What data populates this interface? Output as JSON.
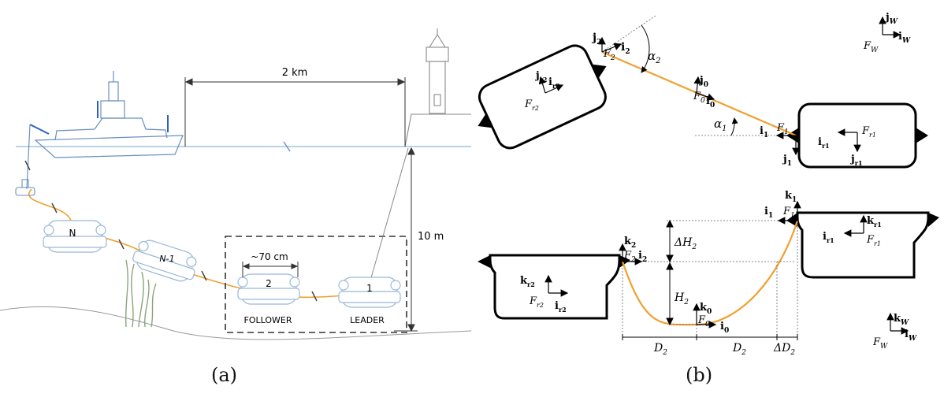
{
  "panel_a": {
    "caption": "(a)",
    "distance_label": "2 km",
    "depth_label": "10 m",
    "spacing_label": "~70 cm",
    "robots": {
      "n": "N",
      "n_minus_1": "N-1",
      "r2": "2",
      "r1": "1"
    },
    "role_follower": "FOLLOWER",
    "role_leader": "LEADER"
  },
  "panel_b": {
    "caption": "(b)",
    "top": {
      "j2": "j",
      "j2_sub": "2",
      "f2": "F",
      "f2_sub": "2",
      "i2": "i",
      "i2_sub": "2",
      "alpha2": "α",
      "alpha2_sub": "2",
      "jr2": "j",
      "jr2_sub": "r2",
      "ir2": "i",
      "ir2_sub": "r2",
      "fr2": "F",
      "fr2_sub": "r2",
      "j0": "j",
      "j0_sub": "0",
      "f0": "F",
      "f0_sub": "0",
      "i0": "i",
      "i0_sub": "0",
      "alpha1": "α",
      "alpha1_sub": "1",
      "i1": "i",
      "i1_sub": "1",
      "f1": "F",
      "f1_sub": "1",
      "j1": "j",
      "j1_sub": "1",
      "ir1": "i",
      "ir1_sub": "r1",
      "fr1": "F",
      "fr1_sub": "r1",
      "jr1": "j",
      "jr1_sub": "r1",
      "jw": "j",
      "jw_sub": "W",
      "iw": "i",
      "iw_sub": "W",
      "fw": "F",
      "fw_sub": "W"
    },
    "bottom": {
      "k1": "k",
      "k1_sub": "1",
      "i1": "i",
      "i1_sub": "1",
      "f1": "F",
      "f1_sub": "1",
      "kr1": "k",
      "kr1_sub": "r1",
      "ir1": "i",
      "ir1_sub": "r1",
      "fr1": "F",
      "fr1_sub": "r1",
      "dh2": "ΔH",
      "dh2_sub": "2",
      "k2": "k",
      "k2_sub": "2",
      "f2": "F",
      "f2_sub": "2",
      "i2": "i",
      "i2_sub": "2",
      "kr2": "k",
      "kr2_sub": "r2",
      "fr2": "F",
      "fr2_sub": "r2",
      "ir2": "i",
      "ir2_sub": "r2",
      "h2": "H",
      "h2_sub": "2",
      "k0": "k",
      "k0_sub": "0",
      "f0": "F",
      "f0_sub": "0",
      "i0": "i",
      "i0_sub": "0",
      "d2a": "D",
      "d2a_sub": "2",
      "d2b": "D",
      "d2b_sub": "2",
      "dd2": "ΔD",
      "dd2_sub": "2",
      "kw": "k",
      "kw_sub": "W",
      "iw": "i",
      "iw_sub": "W",
      "fw": "F",
      "fw_sub": "W"
    }
  },
  "colors": {
    "cable": "#f0a030",
    "sketch": "#9ab8d8",
    "ship": "#6a8fc0",
    "water": "#8fb8d8"
  }
}
